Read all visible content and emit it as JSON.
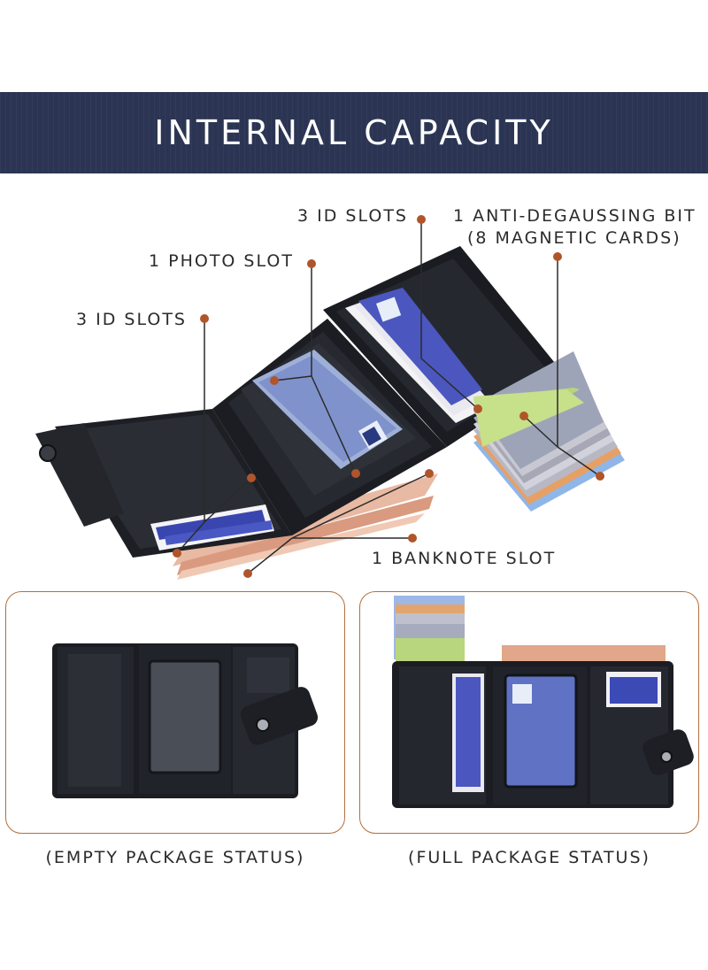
{
  "banner": {
    "title": "INTERNAL CAPACITY"
  },
  "callouts": {
    "id_slots_top": "3 ID SLOTS",
    "anti_degaussing_line1": "1 ANTI-DEGAUSSING BIT",
    "anti_degaussing_line2": "(8 MAGNETIC CARDS)",
    "photo_slot": "1 PHOTO SLOT",
    "id_slots_left": "3 ID SLOTS",
    "banknote_slot": "1 BANKNOTE SLOT"
  },
  "panels": {
    "empty_caption": "(EMPTY PACKAGE STATUS)",
    "full_caption": "(FULL PACKAGE STATUS)"
  },
  "colors": {
    "banner": "#2b3553",
    "accent_dot": "#b0552a",
    "panel_border": "#b07040",
    "leather": "#1c1e22"
  }
}
